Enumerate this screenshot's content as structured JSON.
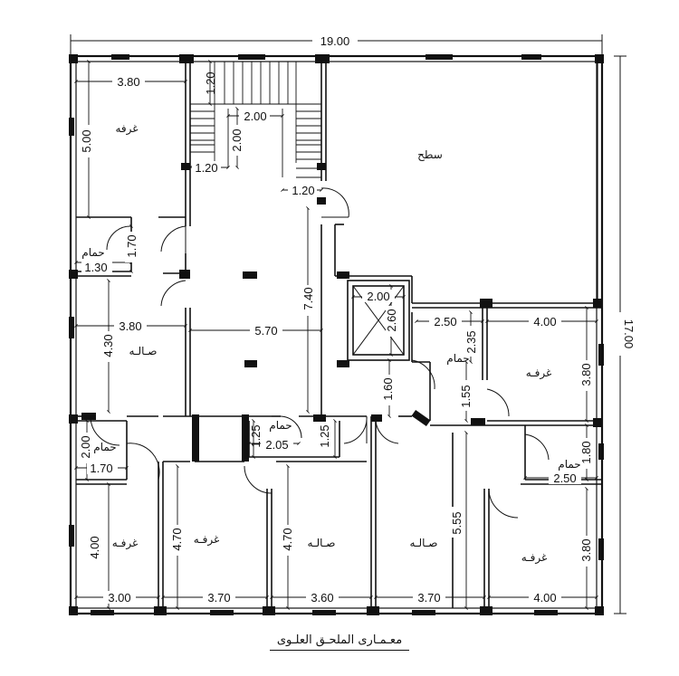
{
  "overall": {
    "width": "19.00",
    "height": "17.00"
  },
  "rooms": {
    "room_top_left": "غرفه",
    "roof": "سطح",
    "hall_left": "صـالـه",
    "room_right_mid": "غرفـه",
    "room_bottom_1": "غرفـه",
    "room_bottom_2": "غرفـه",
    "hall_bottom_1": "صـالـه",
    "hall_bottom_2": "صـالـه",
    "room_bottom_right": "غرفـه",
    "bath_left_top": "حمام",
    "bath_left_mid": "حمام",
    "bath_center": "حمام",
    "bath_right_mid": "حمام",
    "bath_right_low": "حمام"
  },
  "dims": {
    "d_3_80_top": "3.80",
    "d_5_00": "5.00",
    "d_1_20_stair_top": "1.20",
    "d_2_00_stair": "2.00",
    "d_2_00_stair_v": "2.00",
    "d_1_20_stair_left": "1.20",
    "d_1_20_stair_right": "1.20",
    "d_1_70_v": "1.70",
    "d_1_30": "1.30",
    "d_7_40": "7.40",
    "d_5_70": "5.70",
    "d_3_80_hall": "3.80",
    "d_4_30": "4.30",
    "d_2_00_shaft": "2.00",
    "d_2_60": "2.60",
    "d_2_50_top": "2.50",
    "d_2_35": "2.35",
    "d_4_00_top": "4.00",
    "d_3_80_right": "3.80",
    "d_1_60": "1.60",
    "d_1_55": "1.55",
    "d_1_25_a": "1.25",
    "d_2_05": "2.05",
    "d_1_25_b": "1.25",
    "d_2_00_bath": "2.00",
    "d_1_70_h": "1.70",
    "d_1_80": "1.80",
    "d_2_50_low": "2.50",
    "d_5_55": "5.55",
    "d_4_00_v": "4.00",
    "d_4_70_a": "4.70",
    "d_4_70_b": "4.70",
    "d_3_80_br": "3.80",
    "d_3_00": "3.00",
    "d_3_70_a": "3.70",
    "d_3_60": "3.60",
    "d_3_70_b": "3.70",
    "d_4_00_bottom": "4.00"
  },
  "caption": "معـمـارى الملحـق العلـوى"
}
